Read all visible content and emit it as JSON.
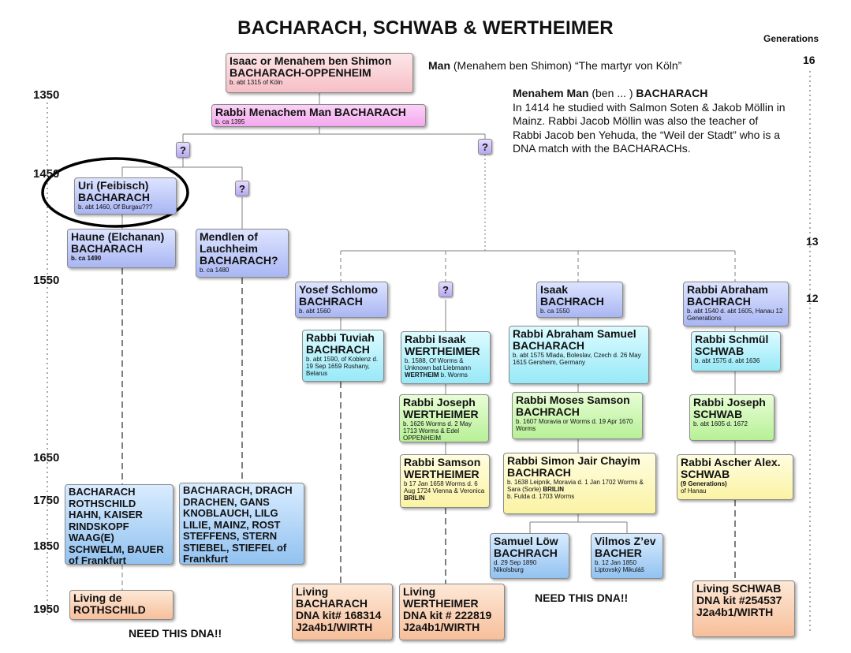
{
  "title": "BACHARACH, SCHWAB & WERTHEIMER",
  "generations": {
    "heading": "Generations",
    "g16": "16",
    "g13": "13",
    "g12": "12"
  },
  "years": [
    "1350",
    "1450",
    "1550",
    "1650",
    "1750",
    "1850",
    "1950"
  ],
  "notes": {
    "man_bold": "Man",
    "man_rest": " (Menahem ben Shimon) “The martyr von Köln”",
    "menahem_bold": "Menahem Man",
    "menahem_mid": " (ben ... ) ",
    "menahem_bold2": "BACHARACH",
    "menahem_text": "In 1414 he studied with Salmon Soten & Jakob Möllin in Mainz.  Rabbi Jacob Möllin was also the teacher of Rabbi Jacob ben Yehuda, the “Weil der Stadt” who is a DNA match with the BACHARACHs."
  },
  "question": "?",
  "people": {
    "isaac": {
      "name": "Isaac or Menahem ben Shimon BACHARACH-OPPENHEIM",
      "detail": "b. abt 1315 of Köln"
    },
    "menachem": {
      "name": "Rabbi Menachem Man BACHARACH",
      "detail": "b. ca 1395"
    },
    "uri": {
      "name": "Uri (Feibisch) BACHARACH",
      "detail": "b. abt 1460, Of Burgau???"
    },
    "haune": {
      "name": "Haune (Elchanan) BACHARACH",
      "detail": "b. ca 1490"
    },
    "mendlen": {
      "name": "Mendlen of Lauchheim BACHARACH?",
      "detail": "b. ca 1480"
    },
    "yosef": {
      "name": "Yosef Schlomo BACHRACH",
      "detail": "b. abt 1560"
    },
    "isaak": {
      "name": "Isaak BACHRACH",
      "detail": "b. ca 1550"
    },
    "abraham": {
      "name": "Rabbi Abraham BACHRACH",
      "detail": "b. abt 1540 d. abt 1605, Hanau 12 Generations"
    },
    "tuviah": {
      "name": "Rabbi Tuviah BACHRACH",
      "detail": "b. abt 1590, of Koblenz d. 19 Sep 1659 Rushany, Belarus"
    },
    "isaakw": {
      "name": "Rabbi Isaak WERTHEIMER",
      "detail": "b. 1588, Of Worms & Unknown bat Liebmann",
      "detail_bold": "WERTHEIM",
      "detail_tail": " b. Worms"
    },
    "abrsam": {
      "name": "Rabbi Abraham Samuel BACHARACH",
      "detail": "b. abt 1575 Mlada, Boleslav, Czech d. 26 May 1615 Gersheim, Germany"
    },
    "schmul": {
      "name": "Rabbi Schmül SCHWAB",
      "detail": "b. abt 1575 d. abt 1636"
    },
    "josephw": {
      "name": "Rabbi Joseph WERTHEIMER",
      "detail": "b. 1626 Worms d. 2 May 1713 Worms & Edel OPPENHEIM"
    },
    "moses": {
      "name": "Rabbi Moses Samson BACHRACH",
      "detail": "b. 1607 Moravia or Worms d. 19 Apr 1670 Worms"
    },
    "josephs": {
      "name": "Rabbi Joseph SCHWAB",
      "detail": "b. abt 1605 d. 1672"
    },
    "samson": {
      "name": "Rabbi Samson WERTHEIMER",
      "detail": "b 17 Jan 1658 Worms d. 6 Aug 1724 Vienna & Veronica",
      "detail_bold": "BRILIN"
    },
    "simon": {
      "name": "Rabbi Simon Jair Chayim BACHRACH",
      "detail": "b. 1638 Leipnik, Moravia d. 1 Jan 1702 Worms & Sara (Sorle)",
      "detail_bold": "BRILIN",
      "detail_tail": "b. Fulda d. 1703 Worms"
    },
    "ascher": {
      "name": "Rabbi Ascher Alex. SCHWAB",
      "detail_bold": "(9 Generations)",
      "detail": "of Hanau"
    },
    "samuel": {
      "name": "Samuel Löw BACHRACH",
      "detail": "d. 29 Sep 1890 Nikolsburg"
    },
    "vilmos": {
      "name": "Vilmos Z’ev BACHER",
      "detail": "b. 12 Jan 1850 Liptovský Mikuláš"
    },
    "fam1": {
      "lines": "BACHARACH ROTHSCHILD HAHN, KAISER RINDSKOPF WAAG(E) SCHWELM, BAUER of Frankfurt"
    },
    "fam2": {
      "lines": "BACHARACH, DRACH DRACHEN, GANS KNOBLAUCH, LILG LILIE, MAINZ, ROST STEFFENS, STERN STIEBEL, STIEFEL of Frankfurt"
    },
    "living1": {
      "name": "Living de ROTHSCHILD"
    },
    "living2": {
      "name": "Living BACHARACH DNA kit# 168314 J2a4b1/WIRTH"
    },
    "living3": {
      "name": "Living WERTHEIMER DNA kit # 222819 J2a4b1/WIRTH"
    },
    "living4": {
      "name": "Living SCHWAB DNA kit #254537 J2a4b1/WIRTH"
    }
  },
  "need_dna": {
    "left": "NEED THIS DNA!!",
    "mid": "NEED THIS DNA!!"
  },
  "colors": {
    "pink": "#f6bfc6",
    "magenta": "#f4a8ee",
    "blue": "#a9b6f3",
    "teal": "#98e9f8",
    "green": "#b7f096",
    "yellow": "#fbf3a4",
    "orange": "#f7bf9b",
    "lightblue": "#92c2f0"
  }
}
